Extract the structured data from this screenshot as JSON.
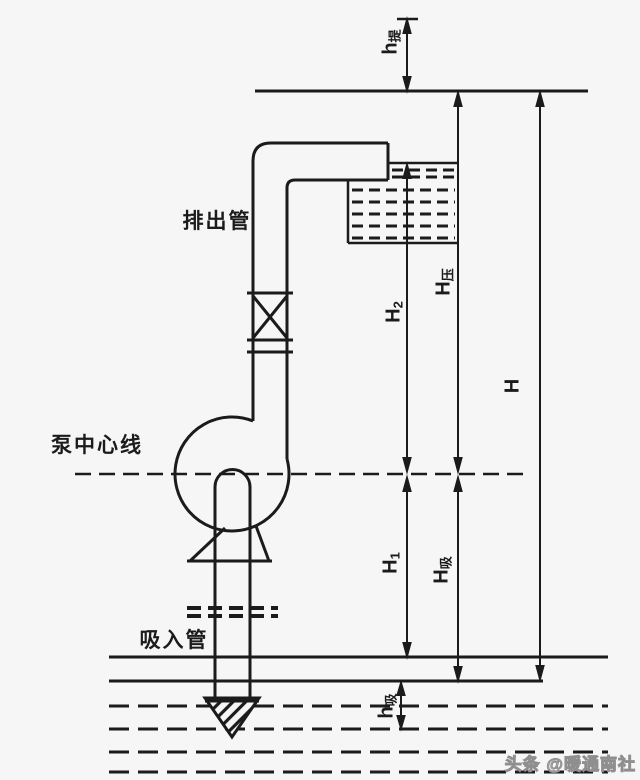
{
  "diagram": {
    "part_labels": {
      "discharge_pipe": "排出管",
      "pump_centerline": "泵中心线",
      "suction_pipe": "吸入管"
    },
    "dimension_labels": {
      "lift_height": {
        "main": "h",
        "sub": "提"
      },
      "h2": {
        "main": "H",
        "sub": "2"
      },
      "discharge_head": {
        "main": "H",
        "sub": "压"
      },
      "total_head": {
        "main": "H",
        "sub": ""
      },
      "h1": {
        "main": "H",
        "sub": "1"
      },
      "suction_head": {
        "main": "H",
        "sub": "吸"
      },
      "suction_depth": {
        "main": "h",
        "sub": "吸"
      }
    },
    "watermark": "头条 @暖通南社",
    "colors": {
      "line": "#1b1b1b",
      "background": "#f6f6f6",
      "watermark": "#999999"
    }
  }
}
